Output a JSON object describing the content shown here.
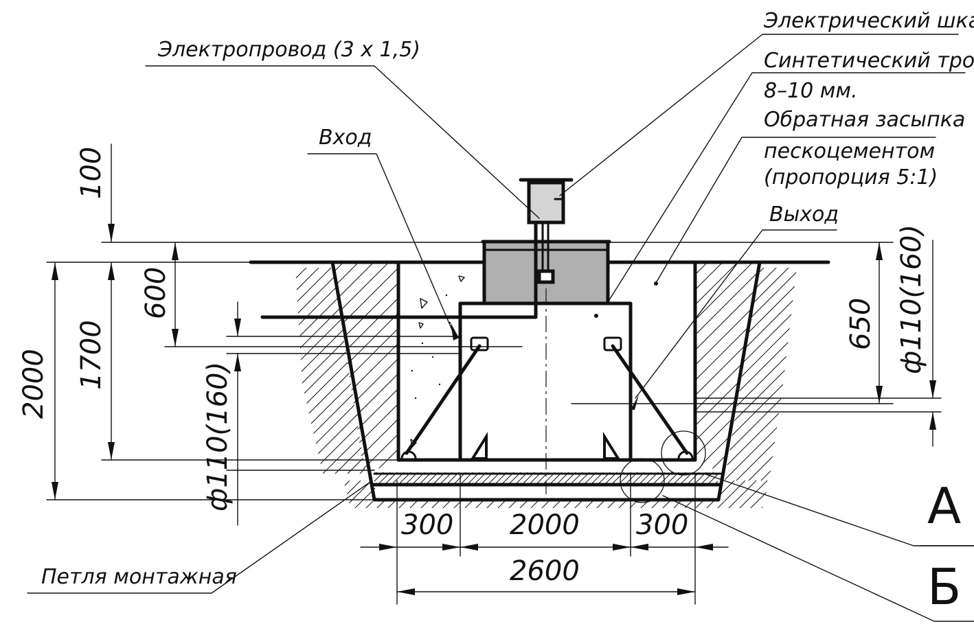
{
  "labels": {
    "wire": "Электропровод (3 х 1,5)",
    "cabinet": "Электрический шкаф",
    "rope": "Синтетический трос",
    "rope_size": "8–10 мм.",
    "backfill_1": "Обратная засыпка",
    "backfill_2": "пескоцементом",
    "backfill_3": "(пропорция 5:1)",
    "inlet": "Вход",
    "outlet": "Выход",
    "loop": "Петля монтажная",
    "detail_a": "А",
    "detail_b": "Б"
  },
  "dimensions": {
    "d100": "100",
    "d600": "600",
    "d1700": "1700",
    "d2000_v": "2000",
    "d650": "650",
    "pipe_right": "ф110(160)",
    "pipe_left": "ф110(160)",
    "d300_left": "300",
    "d2000_h": "2000",
    "d300_right": "300",
    "d2600": "2600"
  },
  "colors": {
    "line": "#111111",
    "lid_fill": "#b0b0b0",
    "background": "#ffffff"
  }
}
